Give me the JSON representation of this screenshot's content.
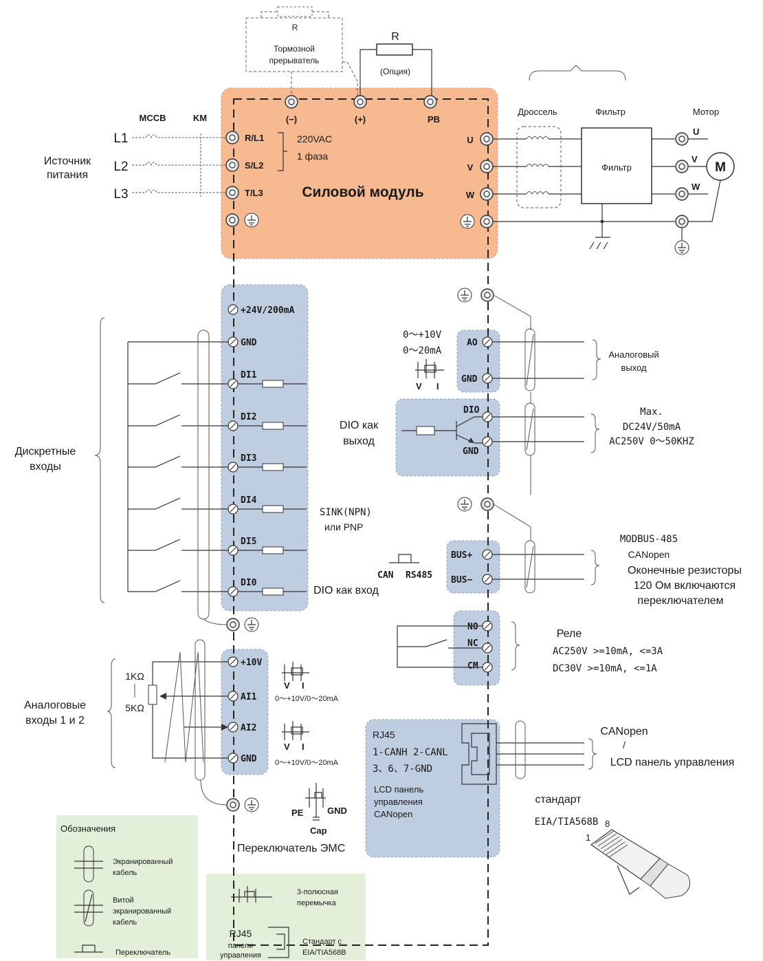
{
  "top": {
    "brake_r": "R",
    "brake_chopper": "Тормозной",
    "brake_chopper_2": "прерыватель",
    "opt_r": "R",
    "option": "(Опция)"
  },
  "power": {
    "mccb": "MCCB",
    "km": "KM",
    "l1": "L1",
    "l2": "L2",
    "l3": "L3",
    "source_1": "Источник",
    "source_2": "питания",
    "minus": "(−)",
    "plus": "(+)",
    "pb": "PB",
    "r": "R/L1",
    "s": "S/L2",
    "t": "T/L3",
    "vac": "220VAC",
    "phase": "1 фаза",
    "title": "Силовой модуль",
    "u": "U",
    "v": "V",
    "w": "W",
    "choke": "Дроссель",
    "filter_top": "Фильтр",
    "filter_box": "Фильтр",
    "motor": "Мотор",
    "mu": "U",
    "mv": "V",
    "mw": "W",
    "m": "M"
  },
  "digital": {
    "p24": "+24V/200mA",
    "gnd": "GND",
    "di1": "DI1",
    "di2": "DI2",
    "di3": "DI3",
    "di4": "DI4",
    "di5": "DI5",
    "di0": "DI0",
    "label_1": "Дискретные",
    "label_2": "входы",
    "sink": "SINK(NPN)",
    "pnp": "или PNP",
    "dio_in": "DIO как вход"
  },
  "analog_out": {
    "v": "0〜+10V",
    "ma": "0〜20mA",
    "sw_v": "V",
    "sw_i": "I",
    "ao": "AO",
    "gnd": "GND",
    "label_1": "Аналоговый",
    "label_2": "выход"
  },
  "dio_out": {
    "label_1": "DIO как",
    "label_2": "выход",
    "dio": "DIO",
    "gnd": "GND",
    "max": "Max.",
    "dc": "DC24V/50mA",
    "ac": "AC250V 0〜50KHZ"
  },
  "bus": {
    "modbus": "MODBUS-485",
    "canopen": "CANopen",
    "term_1": "Оконечные резисторы",
    "term_2": "120 Ом включаются",
    "term_3": "переключателем",
    "can": "CAN",
    "rs485": "RS485",
    "busp": "BUS+",
    "busm": "BUS−"
  },
  "relay": {
    "no": "NO",
    "nc": "NC",
    "cm": "CM",
    "label": "Реле",
    "ac": "AC250V  >=10mA, <=3A",
    "dc": "DC30V   >=10mA, <=1A"
  },
  "analog_in": {
    "p10": "+10V",
    "ai1": "AI1",
    "ai2": "AI2",
    "gnd": "GND",
    "k1": "1KΩ",
    "k5": "5KΩ",
    "label_1": "Аналоговые",
    "label_2": "входы 1 и 2",
    "range1": "0〜+10V/0〜20mA",
    "range2": "0〜+10V/0〜20mA",
    "sw1_v": "V",
    "sw1_i": "I",
    "sw2_v": "V",
    "sw2_i": "I"
  },
  "rj45": {
    "title": "RJ45",
    "pins1": "1-CANH 2-CANL",
    "pins2": "3、6、7-GND",
    "lcd_1": "LCD панель",
    "lcd_2": "управления",
    "lcd_3": "CANopen",
    "out_1": "CANopen",
    "out_2": "/",
    "out_3": "LCD панель управления",
    "std_1": "стандарт",
    "std_2": "EIA/TIA568B",
    "pin8": "8",
    "pin1": "1"
  },
  "emc": {
    "pe": "PE",
    "gnd": "GND",
    "cap": "Cap",
    "label": "Переключатель ЭМС"
  },
  "legend": {
    "title": "Обозначения",
    "shield_1": "Экранированный",
    "shield_2": "кабель",
    "twist_1": "Витой",
    "twist_2": "экранированный",
    "twist_3": "кабель",
    "switch": "Переключатель",
    "jumper_1": "3-полюсная",
    "jumper_2": "перемычка",
    "rj_1": "RJ45",
    "rj_2": "панели",
    "rj_3": "управления",
    "std_1": "Стандарт с",
    "std_2": "EIA/TIA568B"
  },
  "colors": {
    "power_fill": "#f6b990",
    "control_fill": "#bfcde0",
    "legend_fill": "#e3efd9"
  }
}
